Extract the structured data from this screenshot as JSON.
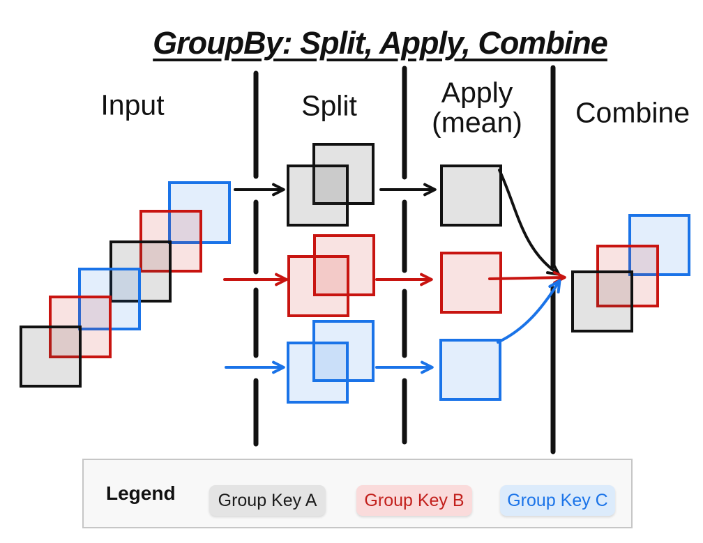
{
  "title": "GroupBy: Split, Apply, Combine",
  "columns": [
    {
      "label": "Input"
    },
    {
      "label": "Split"
    },
    {
      "label": "Apply",
      "sublabel": "(mean)"
    },
    {
      "label": "Combine"
    }
  ],
  "groups": [
    {
      "key": "Group Key A",
      "stroke_color": "#111111",
      "fill_color": "#e6e6e6"
    },
    {
      "key": "Group Key B",
      "stroke_color": "#c81410",
      "fill_color": "#f9e3e2"
    },
    {
      "key": "Group Key C",
      "stroke_color": "#1a73e8",
      "fill_color": "#e3eefc"
    }
  ],
  "flow": {
    "input_squares_bottom_to_top": [
      "A",
      "B",
      "C",
      "A",
      "B",
      "C"
    ],
    "split_groups": [
      {
        "group": "A",
        "squares": 2
      },
      {
        "group": "B",
        "squares": 2
      },
      {
        "group": "C",
        "squares": 2
      }
    ],
    "apply_operation": "mean",
    "apply_results": [
      {
        "group": "A",
        "squares": 1
      },
      {
        "group": "B",
        "squares": 1
      },
      {
        "group": "C",
        "squares": 1
      }
    ],
    "combine_squares": [
      "A",
      "B",
      "C"
    ]
  },
  "legend": {
    "title": "Legend",
    "items": [
      {
        "label": "Group Key A",
        "text_color": "#1a1a1a",
        "chip_bg": "#e4e4e4"
      },
      {
        "label": "Group Key B",
        "text_color": "#c2201c",
        "chip_bg": "#fadbdb"
      },
      {
        "label": "Group Key C",
        "text_color": "#1a73e8",
        "chip_bg": "#dcebfb"
      }
    ]
  }
}
